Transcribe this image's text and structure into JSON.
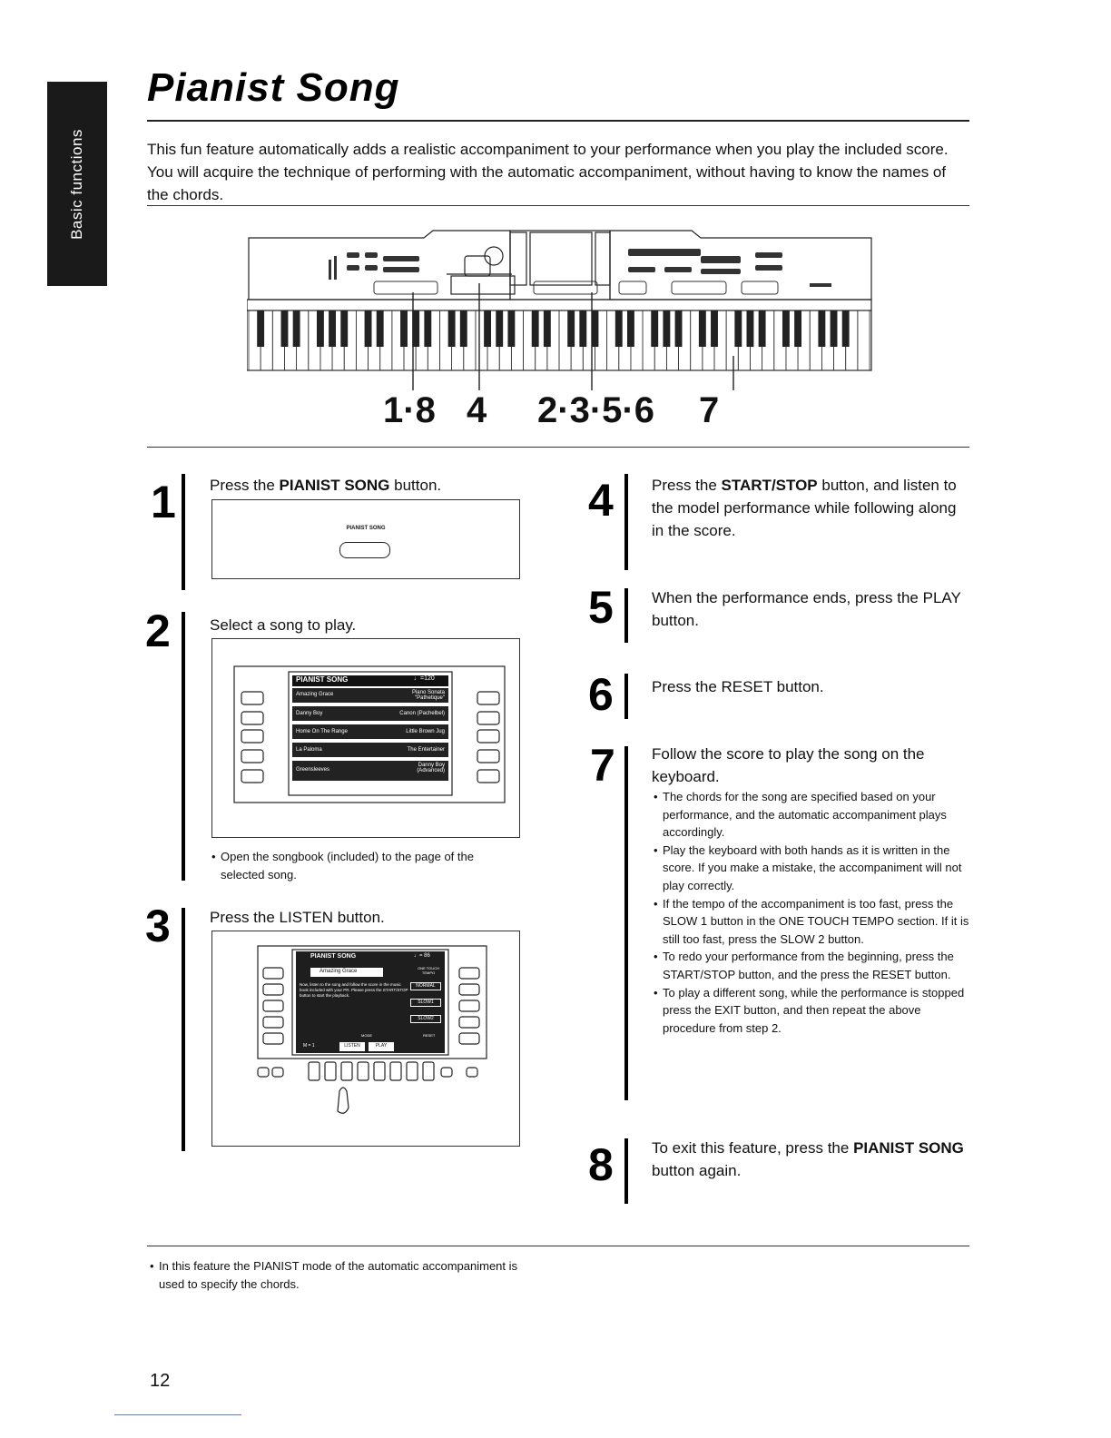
{
  "section_tab": "Basic functions",
  "title": "Pianist Song",
  "intro": "This fun feature automatically adds a realistic accompaniment to your performance when you play the included score. You will acquire the technique of performing with the automatic accompaniment, without having to know the names of the chords.",
  "callouts": [
    "1·8",
    "4",
    "2·3·5·6",
    "7"
  ],
  "steps": [
    {
      "num": "1",
      "text_pre": "Press the ",
      "bold": "PIANIST SONG",
      "text_post": " button."
    },
    {
      "num": "2",
      "text": "Select a song to play.",
      "note": "Open the songbook (included) to the page of the selected song."
    },
    {
      "num": "3",
      "text": "Press the LISTEN button."
    },
    {
      "num": "4",
      "text_pre": "Press the ",
      "bold": "START/STOP",
      "text_post": " button, and listen to the model performance while following along in the score."
    },
    {
      "num": "5",
      "text": "When the performance ends, press the PLAY button."
    },
    {
      "num": "6",
      "text": "Press the RESET button."
    },
    {
      "num": "7",
      "text": "Follow the score to play the song on the keyboard.",
      "notes": [
        "The chords for the song are specified based on your performance, and the automatic accompaniment plays accordingly.",
        "Play the keyboard with both hands as it is written in the score. If you make a mistake, the accompaniment will not play correctly.",
        "If the tempo of the accompaniment is too fast, press the SLOW 1 button in the ONE TOUCH TEMPO section. If it is still too fast, press the SLOW 2 button.",
        "To redo your performance from the beginning, press the START/STOP button, and the press the RESET button.",
        "To play a different song, while the performance is stopped press the EXIT button, and then repeat the above procedure from step 2."
      ]
    },
    {
      "num": "8",
      "text_pre": "To exit this feature, press the ",
      "bold": "PIANIST SONG",
      "text_post": " button again."
    }
  ],
  "panel1": {
    "label": "PIANIST SONG"
  },
  "panel2": {
    "header": "PIANIST SONG",
    "tempo": "♩=120",
    "songs": [
      {
        "left": "Amazing Grace",
        "right": "Piano Sonata \"Pathetique\""
      },
      {
        "left": "Danny Boy",
        "right": "Canon (Pachelbel)"
      },
      {
        "left": "Home On The Range",
        "right": "Little Brown Jug"
      },
      {
        "left": "La Paloma",
        "right": "The Entertainer"
      },
      {
        "left": "Greensleeves",
        "right": "Danny Boy (Advanced)"
      }
    ]
  },
  "panel3": {
    "header": "PIANIST SONG",
    "tempo": "♩= 86",
    "song": "Amazing Grace",
    "one_touch_tempo": "ONE TOUCH TEMPO",
    "message": "Now, listen to the song and follow the score in the music book included with your PR. Please press the START/STOP button to start the playback.",
    "right_buttons": [
      "NORMAL",
      "SLOW1",
      "SLOW2"
    ],
    "mode_label": "MODE",
    "reset_label": "RESET",
    "measure": "M =  1",
    "listen": "LISTEN",
    "play": "PLAY"
  },
  "footnote": "In this feature the PIANIST mode of the automatic accompaniment is used to specify the chords.",
  "page_number": "12"
}
